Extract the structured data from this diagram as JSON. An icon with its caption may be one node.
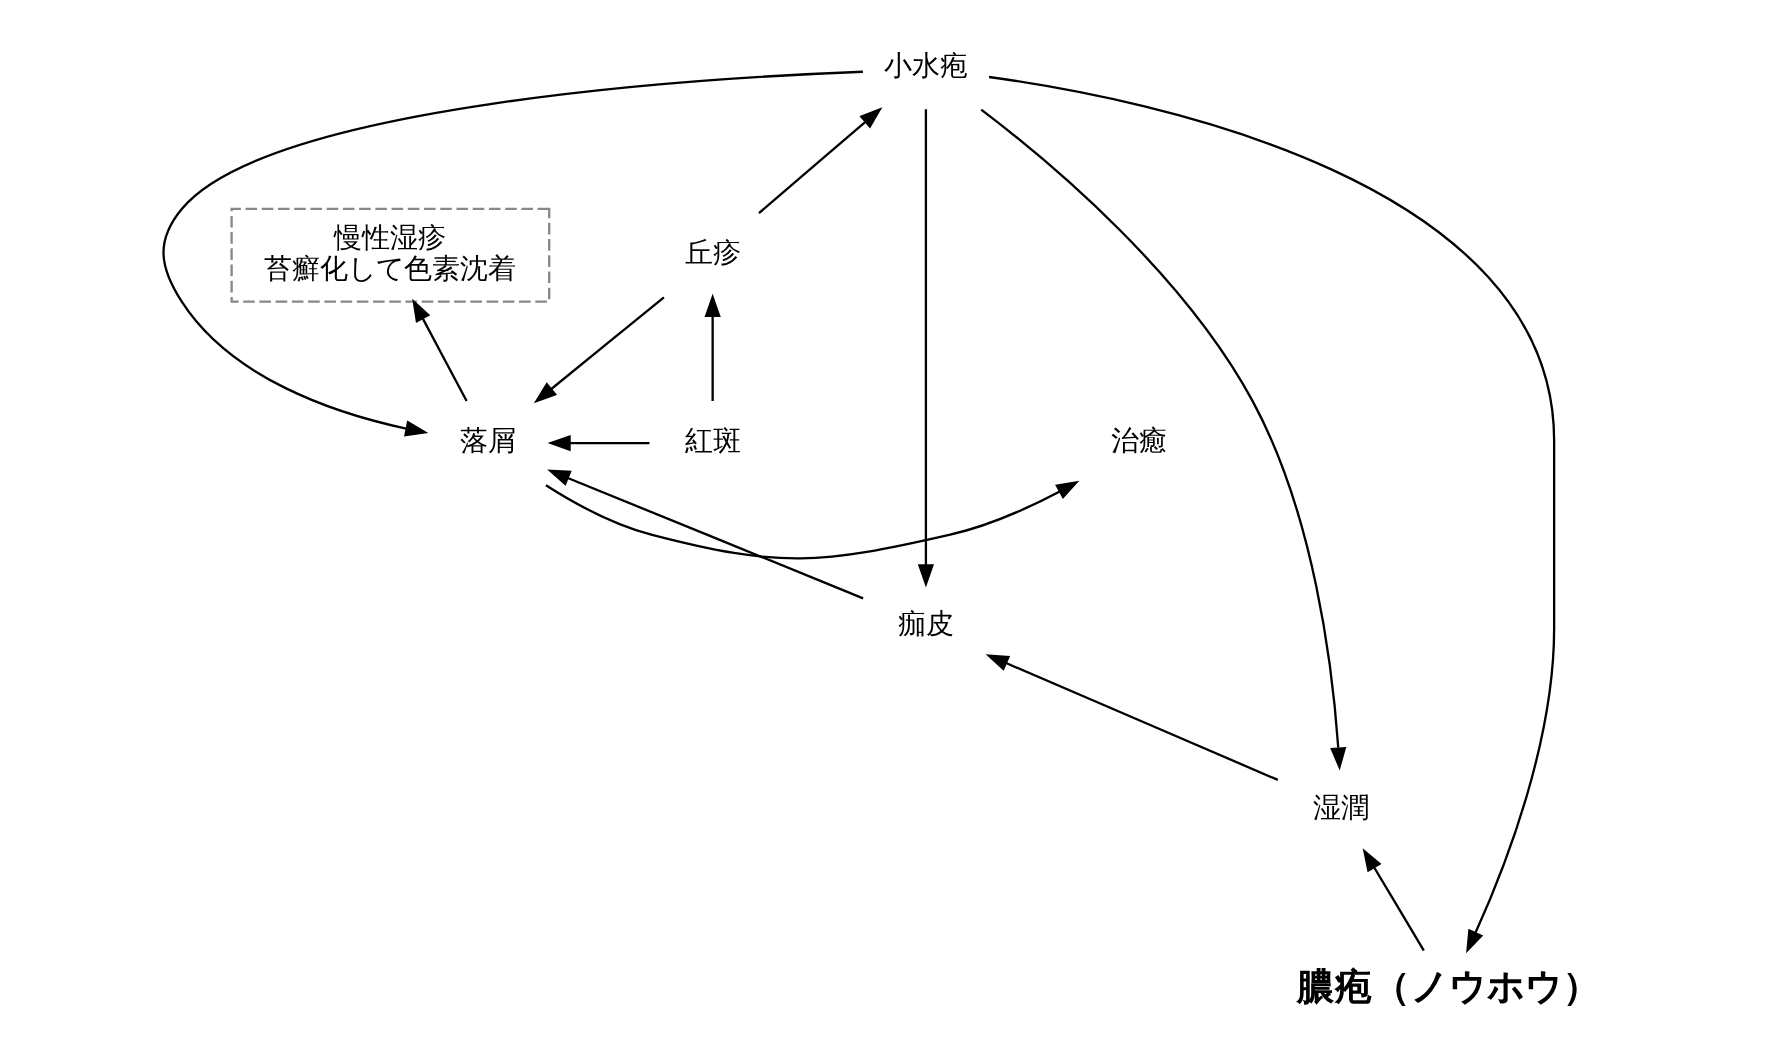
{
  "diagram": {
    "nodes": [
      {
        "text": [
          "膿疱（ノウホウ）"
        ]
      },
      {
        "text": [
          "小水疱"
        ]
      },
      {
        "text": [
          "湿潤"
        ]
      },
      {
        "text": [
          "丘疹"
        ]
      },
      {
        "text": [
          "痂皮"
        ]
      },
      {
        "text": [
          "慢性湿疹",
          "苔癬化して色素沈着"
        ]
      },
      {
        "text": [
          "紅斑"
        ]
      },
      {
        "text": [
          "落屑"
        ]
      },
      {
        "text": [
          "治癒"
        ]
      }
    ],
    "edges": [
      {
        "from": 6,
        "to": 3,
        "arrow": "to"
      },
      {
        "from": 6,
        "to": 7,
        "arrow": "to"
      },
      {
        "from": 3,
        "to": 1,
        "arrow": "to"
      },
      {
        "from": 3,
        "to": 7,
        "arrow": "to"
      },
      {
        "from": 1,
        "to": 0,
        "arrow": "to"
      },
      {
        "from": 0,
        "to": 2,
        "arrow": "to"
      },
      {
        "from": 1,
        "to": 2,
        "arrow": "to"
      },
      {
        "from": 1,
        "to": 4,
        "arrow": "to"
      },
      {
        "from": 1,
        "to": 7,
        "arrow": "to"
      },
      {
        "from": 2,
        "to": 4,
        "arrow": "to"
      },
      {
        "from": 4,
        "to": 7,
        "arrow": "to"
      },
      {
        "from": 7,
        "to": 5,
        "arrow": "to"
      },
      {
        "from": 7,
        "to": 8,
        "arrow": "to"
      }
    ]
  }
}
